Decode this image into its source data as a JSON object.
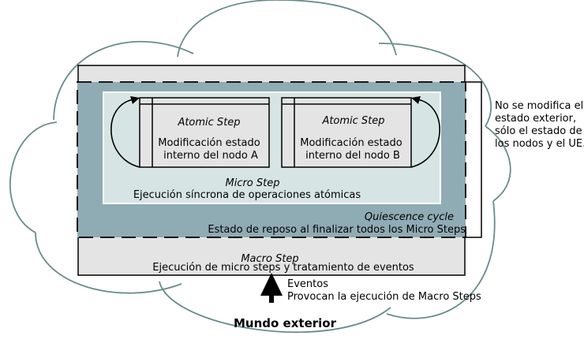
{
  "world": {
    "title": "Mundo exterior"
  },
  "macro": {
    "title": "Macro Step",
    "subtitle": "Ejecución de micro steps y tratamiento de eventos"
  },
  "quiescence": {
    "title": "Quiescence cycle",
    "subtitle": "Estado de reposo al finalizar todos los Micro Steps"
  },
  "micro": {
    "title": "Micro Step",
    "subtitle": "Ejecución síncrona  de operaciones atómicas"
  },
  "atomic_a": {
    "title": "Atomic Step",
    "line1": "Modificación estado",
    "line2": "interno del nodo A"
  },
  "atomic_b": {
    "title": "Atomic Step",
    "line1": "Modificación estado",
    "line2": "interno del nodo B"
  },
  "note": {
    "line1": "No se modifica el",
    "line2": "estado exterior,",
    "line3": "sólo el estado de",
    "line4": "los nodos y el UE."
  },
  "events": {
    "line1": "Eventos",
    "line2": "Provocan la ejecución de Macro Steps"
  },
  "colors": {
    "cloud": "#6a8c8c",
    "macro_fill": "#e4e4e4",
    "quiescence_fill": "#8fabb4",
    "micro_fill": "#d7e4e4",
    "atomic_fill": "#e4e4e4"
  }
}
